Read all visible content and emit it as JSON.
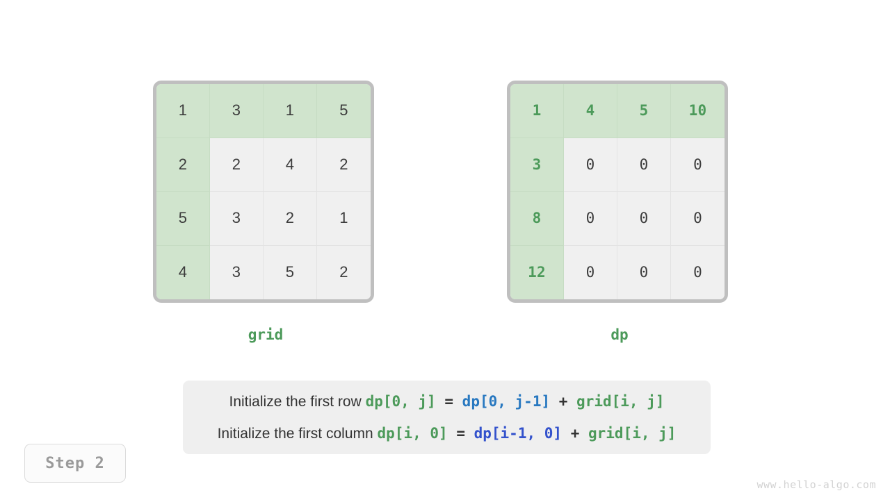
{
  "page": {
    "background": "#ffffff",
    "watermark": "www.hello-algo.com"
  },
  "colors": {
    "accent_green": "#4c9a5a",
    "highlight_cell": "#d0e4cd",
    "plain_cell": "#f0f0f0",
    "matrix_border": "#bfbfbf",
    "blue_cyan": "#2878c0",
    "blue_indigo": "#3352cc",
    "text_dark": "#333333",
    "caption_bg": "#efefef",
    "badge_text": "#9a9a9a"
  },
  "matrices": [
    {
      "id": "grid",
      "label": "grid",
      "rows": [
        [
          "1",
          "3",
          "1",
          "5"
        ],
        [
          "2",
          "2",
          "4",
          "2"
        ],
        [
          "5",
          "3",
          "2",
          "1"
        ],
        [
          "4",
          "3",
          "5",
          "2"
        ]
      ],
      "highlight": [
        [
          true,
          true,
          true,
          true
        ],
        [
          true,
          false,
          false,
          false
        ],
        [
          true,
          false,
          false,
          false
        ],
        [
          true,
          false,
          false,
          false
        ]
      ]
    },
    {
      "id": "dp",
      "label": "dp",
      "rows": [
        [
          "1",
          "4",
          "5",
          "10"
        ],
        [
          "3",
          "0",
          "0",
          "0"
        ],
        [
          "8",
          "0",
          "0",
          "0"
        ],
        [
          "12",
          "0",
          "0",
          "0"
        ]
      ],
      "highlight": [
        [
          true,
          true,
          true,
          true
        ],
        [
          true,
          false,
          false,
          false
        ],
        [
          true,
          false,
          false,
          false
        ],
        [
          true,
          false,
          false,
          false
        ]
      ]
    }
  ],
  "caption": {
    "line1": {
      "prefix": "Initialize the first row ",
      "target": "dp[0, j]",
      "equals": " = ",
      "source": "dp[0, j-1]",
      "plus": " + ",
      "addend": "grid[i, j]"
    },
    "line2": {
      "prefix": "Initialize the first column ",
      "target": "dp[i, 0]",
      "equals": " = ",
      "source": "dp[i-1, 0]",
      "plus": " + ",
      "addend": "grid[i, j]"
    }
  },
  "step_badge": {
    "label": "Step 2"
  }
}
